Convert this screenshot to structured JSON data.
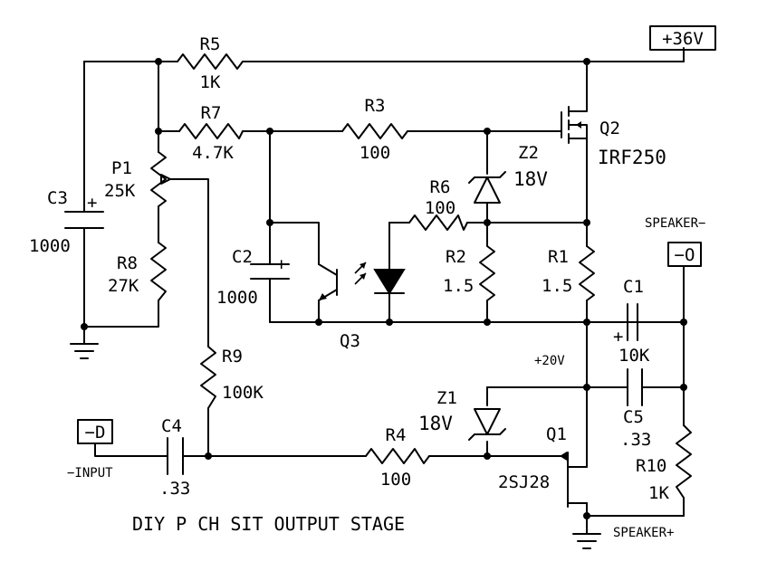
{
  "title": "DIY P CH SIT OUTPUT STAGE",
  "terminals": {
    "plus36v": "+36V",
    "speaker_neg_label": "SPEAKER−",
    "speaker_neg_box": "−O",
    "input_box": "−D",
    "input_label": "−INPUT",
    "plus20v": "+20V",
    "speaker_pos_label": "SPEAKER+"
  },
  "components": {
    "R1": {
      "name": "R1",
      "value": "1.5"
    },
    "R2": {
      "name": "R2",
      "value": "1.5"
    },
    "R3": {
      "name": "R3",
      "value": "100"
    },
    "R4": {
      "name": "R4",
      "value": "100"
    },
    "R5": {
      "name": "R5",
      "value": "1K"
    },
    "R6": {
      "name": "R6",
      "value": "100"
    },
    "R7": {
      "name": "R7",
      "value": "4.7K"
    },
    "R8": {
      "name": "R8",
      "value": "27K"
    },
    "R9": {
      "name": "R9",
      "value": "100K"
    },
    "R10": {
      "name": "R10",
      "value": "1K"
    },
    "P1": {
      "name": "P1",
      "value": "25K"
    },
    "C1": {
      "name": "C1",
      "value": "10K"
    },
    "C2": {
      "name": "C2",
      "value": "1000"
    },
    "C3": {
      "name": "C3",
      "value": "1000"
    },
    "C4": {
      "name": "C4",
      "value": ".33"
    },
    "C5": {
      "name": "C5",
      "value": ".33"
    },
    "Z1": {
      "name": "Z1",
      "value": "18V"
    },
    "Z2": {
      "name": "Z2",
      "value": "18V"
    },
    "Q1": {
      "name": "Q1",
      "value": "2SJ28"
    },
    "Q2": {
      "name": "Q2",
      "value": "IRF250"
    },
    "Q3": {
      "name": "Q3"
    }
  },
  "polarity_mark": "+"
}
